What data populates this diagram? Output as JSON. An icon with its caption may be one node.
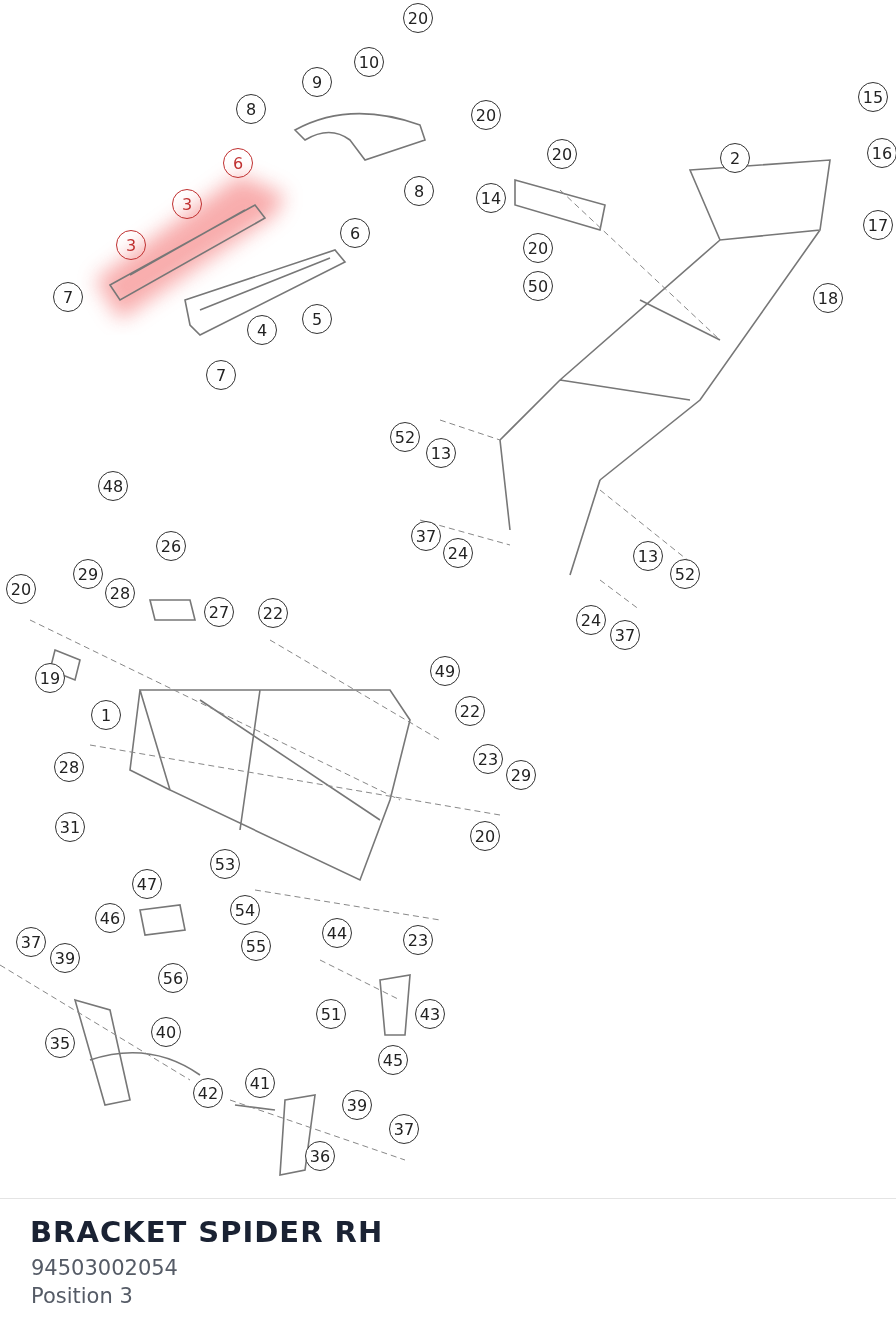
{
  "diagram": {
    "title": "BRACKET SPIDER RH",
    "labels": [
      "20",
      "15",
      "10",
      "9",
      "8",
      "20",
      "16",
      "20",
      "2",
      "6",
      "8",
      "14",
      "3",
      "17",
      "6",
      "20",
      "3",
      "50",
      "7",
      "18",
      "5",
      "4",
      "7",
      "52",
      "13",
      "48",
      "37",
      "26",
      "24",
      "13",
      "29",
      "52",
      "20",
      "28",
      "27",
      "22",
      "24",
      "37",
      "49",
      "19",
      "22",
      "1",
      "28",
      "23",
      "29",
      "31",
      "20",
      "53",
      "47",
      "54",
      "46",
      "44",
      "23",
      "37",
      "55",
      "39",
      "56",
      "51",
      "43",
      "40",
      "35",
      "45",
      "41",
      "42",
      "39",
      "37",
      "36",
      "94503002054",
      "Position 3"
    ]
  }
}
